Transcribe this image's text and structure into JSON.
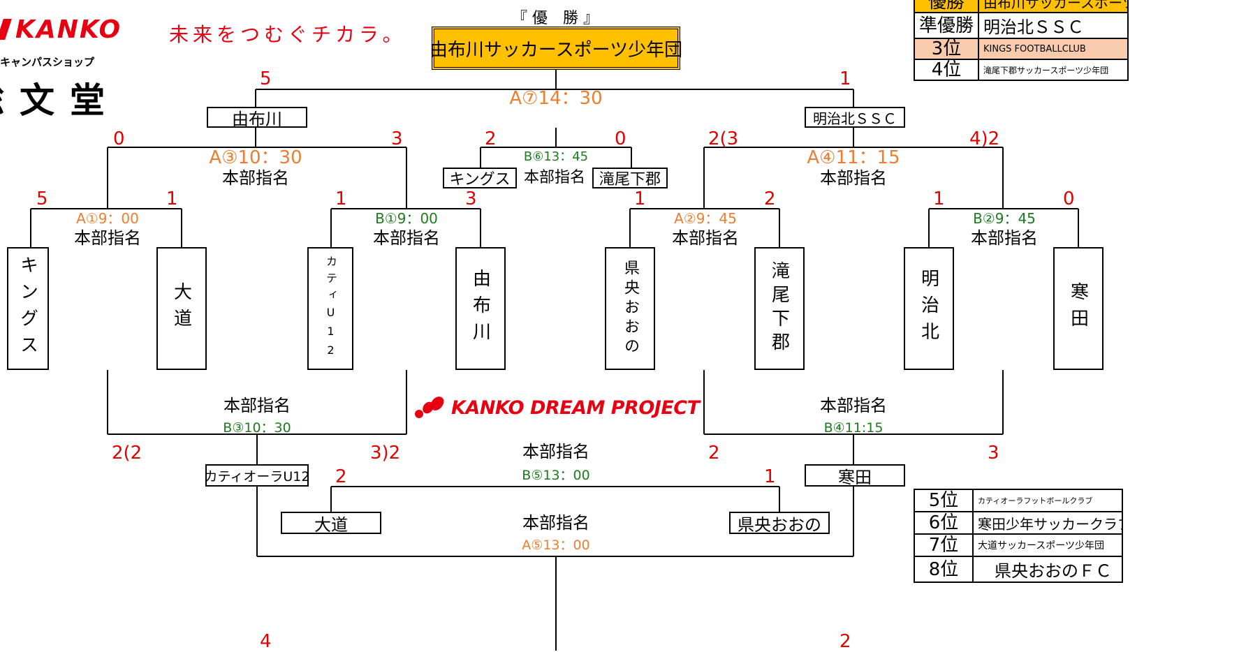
{
  "header": {
    "brand": "KANKO",
    "slogan": "未来をつむぐチカラ。",
    "shop_sub": "キャンパスショップ",
    "shop_name": "総文堂",
    "champion_title": "『 優　勝 』",
    "champion": "由布川サッカースポーツ少年団",
    "dream_project": "KANKO DREAM PROJECT"
  },
  "rankings_top": [
    {
      "rank": "優勝",
      "team": "由布川サッカースポーツ少年団",
      "color": "#ffc000"
    },
    {
      "rank": "準優勝",
      "team": "明治北ＳＳＣ",
      "color": "#ffffff"
    },
    {
      "rank": "3位",
      "team": "KINGS FOOTBALLCLUB",
      "color": "#f8cbad"
    },
    {
      "rank": "4位",
      "team": "滝尾下郡サッカースポーツ少年団",
      "color": "#ffffff"
    }
  ],
  "rankings_bottom": [
    {
      "rank": "5位",
      "team": "カティオーラフットボールクラブ"
    },
    {
      "rank": "6位",
      "team": "寒田少年サッカークラブ"
    },
    {
      "rank": "7位",
      "team": "大道サッカースポーツ少年団"
    },
    {
      "rank": "8位",
      "team": "県央おおのＦＣ"
    }
  ],
  "first_round_teams": [
    "キングス",
    "大道",
    "カティU12",
    "由布川",
    "県央おおの",
    "滝尾下郡",
    "明治北",
    "寒田"
  ],
  "semi_winners": {
    "left": "由布川",
    "right": "明治北ＳＳＣ"
  },
  "third_place": {
    "left": "キングス",
    "right": "滝尾下郡",
    "venue": "本部指名"
  },
  "lower_bracket": {
    "left_winner": "カティオーラU12",
    "right_winner": "寒田",
    "left_loser": "大道",
    "right_loser": "県央おおの"
  },
  "scores": {
    "final_left": "5",
    "final_right": "1",
    "semi_l_left": "0",
    "semi_l_right": "3",
    "third_left": "2",
    "third_right": "0",
    "semi_r_left": "2(3",
    "semi_r_right": "4)2",
    "r1_a1_left": "5",
    "r1_a1_right": "1",
    "r1_b1_left": "1",
    "r1_b1_right": "3",
    "r1_a2_left": "1",
    "r1_a2_right": "2",
    "r1_b2_left": "1",
    "r1_b2_right": "0",
    "b3_left": "2(2",
    "b3_right": "3)2",
    "b4_left": "2",
    "b4_right": "3",
    "b5_left": "2",
    "b5_right": "1",
    "a5_left": "4",
    "a5_right": "2"
  },
  "schedule": {
    "final": "A⑦14：30",
    "semi_l": "A③10：30",
    "third": "B⑥13：45",
    "semi_r": "A④11：15",
    "a1": "A①9：00",
    "b1": "B①9：00",
    "a2": "A②9：45",
    "b2": "B②9：45",
    "b3": "B③10：30",
    "b4": "B④11:15",
    "b5": "B⑤13：00",
    "a5": "A⑤13：00"
  },
  "venue_label": "本部指名",
  "colors": {
    "score": "#e00000",
    "court_a": "#ed7d31",
    "court_b": "#1e7a1e",
    "champion_bg": "#ffc000"
  }
}
